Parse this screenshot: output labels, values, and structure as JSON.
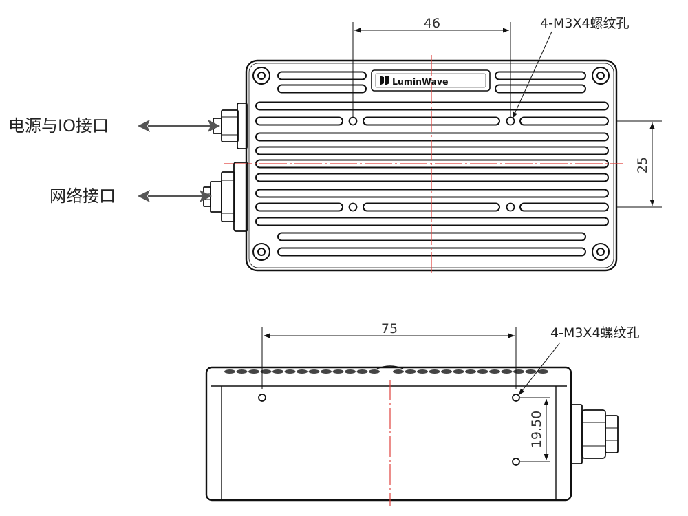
{
  "brand": "LuminWave",
  "top_view": {
    "dim_horizontal": "46",
    "dim_vertical": "25",
    "hole_callout": "4-M3X4螺纹孔",
    "port_power_io": "电源与IO接口",
    "port_network": "网络接口"
  },
  "side_view": {
    "dim_horizontal": "75",
    "dim_vertical": "19.50",
    "hole_callout": "4-M3X4螺纹孔"
  },
  "colors": {
    "line": "#111111",
    "centerline": "#e0413c",
    "arrow": "#555555"
  }
}
